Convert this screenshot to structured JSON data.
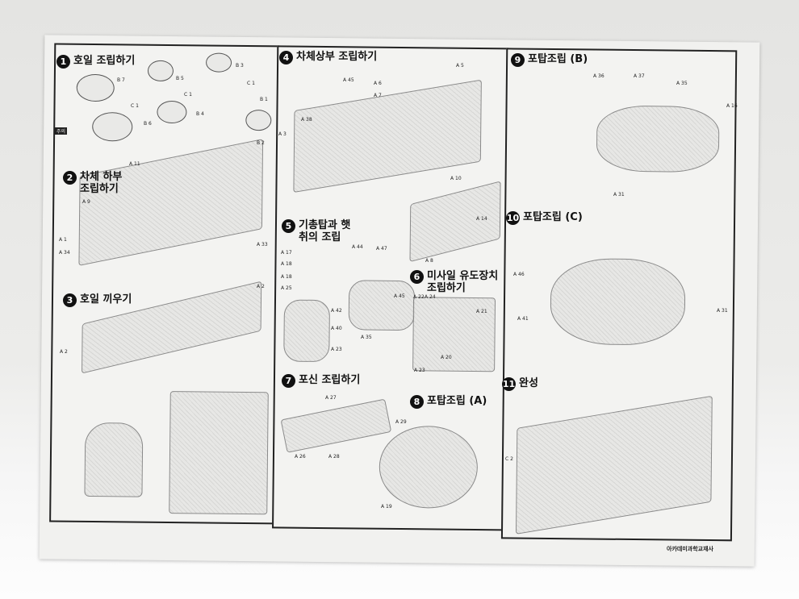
{
  "steps": [
    {
      "n": "1",
      "title": "호일 조립하기"
    },
    {
      "n": "2",
      "title": "차체 하부 조립하기"
    },
    {
      "n": "3",
      "title": "호일 끼우기"
    },
    {
      "n": "4",
      "title": "차체상부 조립하기"
    },
    {
      "n": "5",
      "title": "기총탑과 햇취의 조립"
    },
    {
      "n": "6",
      "title": "미사일 유도장치 조립하기"
    },
    {
      "n": "7",
      "title": "포신 조립하기"
    },
    {
      "n": "8",
      "title": "포탑조립 (A)"
    },
    {
      "n": "9",
      "title": "포탑조립 (B)"
    },
    {
      "n": "10",
      "title": "포탑조립 (C)"
    },
    {
      "n": "11",
      "title": "완성"
    }
  ],
  "parts": {
    "s1": [
      "B 7",
      "B 5",
      "B 3",
      "C 1",
      "C 1",
      "C 1",
      "B 1",
      "B 4",
      "B 6",
      "B 2"
    ],
    "s2": [
      "A 11",
      "A 9",
      "A 1",
      "A 34",
      "A 33"
    ],
    "s3": [
      "A 2",
      "A 2"
    ],
    "s4": [
      "A 45",
      "A 38",
      "A 3",
      "A 6",
      "A 7",
      "A 5",
      "A 10",
      "A 14",
      "A 8"
    ],
    "s5": [
      "A 17",
      "A 18",
      "A 18",
      "A 25",
      "A 44",
      "A 47",
      "A 45",
      "A 42",
      "A 40",
      "A 35",
      "A 23"
    ],
    "s6": [
      "A 22",
      "A 24",
      "A 21",
      "A 20",
      "A 23"
    ],
    "s7": [
      "A 27",
      "A 26",
      "A 28",
      "A 29"
    ],
    "s8": [
      "A 19"
    ],
    "s9": [
      "A 36",
      "A 37",
      "A 35",
      "A 16",
      "A 31"
    ],
    "s10": [
      "A 46",
      "A 41",
      "A 31"
    ],
    "s11": [
      "C 2"
    ]
  },
  "notes": {
    "warning": "주의",
    "footer": "아카데미과학교재사"
  }
}
